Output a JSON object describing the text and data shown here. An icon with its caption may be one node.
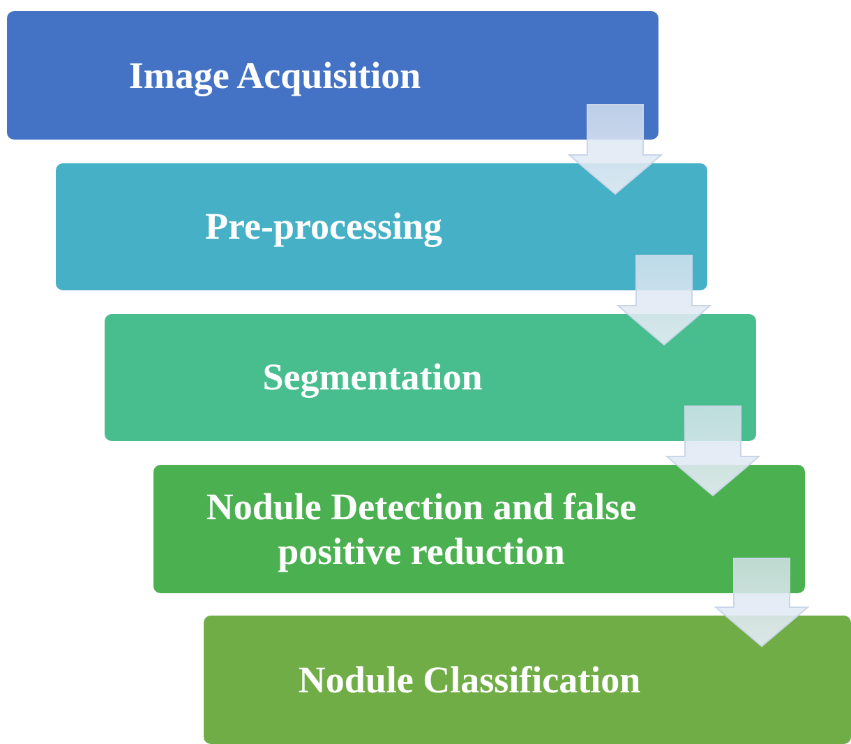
{
  "diagram": {
    "nodes": [
      {
        "text": [
          "Image Acquisition"
        ]
      },
      {
        "text": [
          "Pre-processing"
        ]
      },
      {
        "text": [
          "Segmentation"
        ]
      },
      {
        "text": [
          "Nodule Detection and false positive reduction"
        ]
      },
      {
        "text": [
          "Nodule Classification"
        ]
      }
    ],
    "edges": [
      {
        "from": 0,
        "to": 1,
        "arrow": "to"
      },
      {
        "from": 1,
        "to": 2,
        "arrow": "to"
      },
      {
        "from": 2,
        "to": 3,
        "arrow": "to"
      },
      {
        "from": 3,
        "to": 4,
        "arrow": "to"
      }
    ]
  }
}
